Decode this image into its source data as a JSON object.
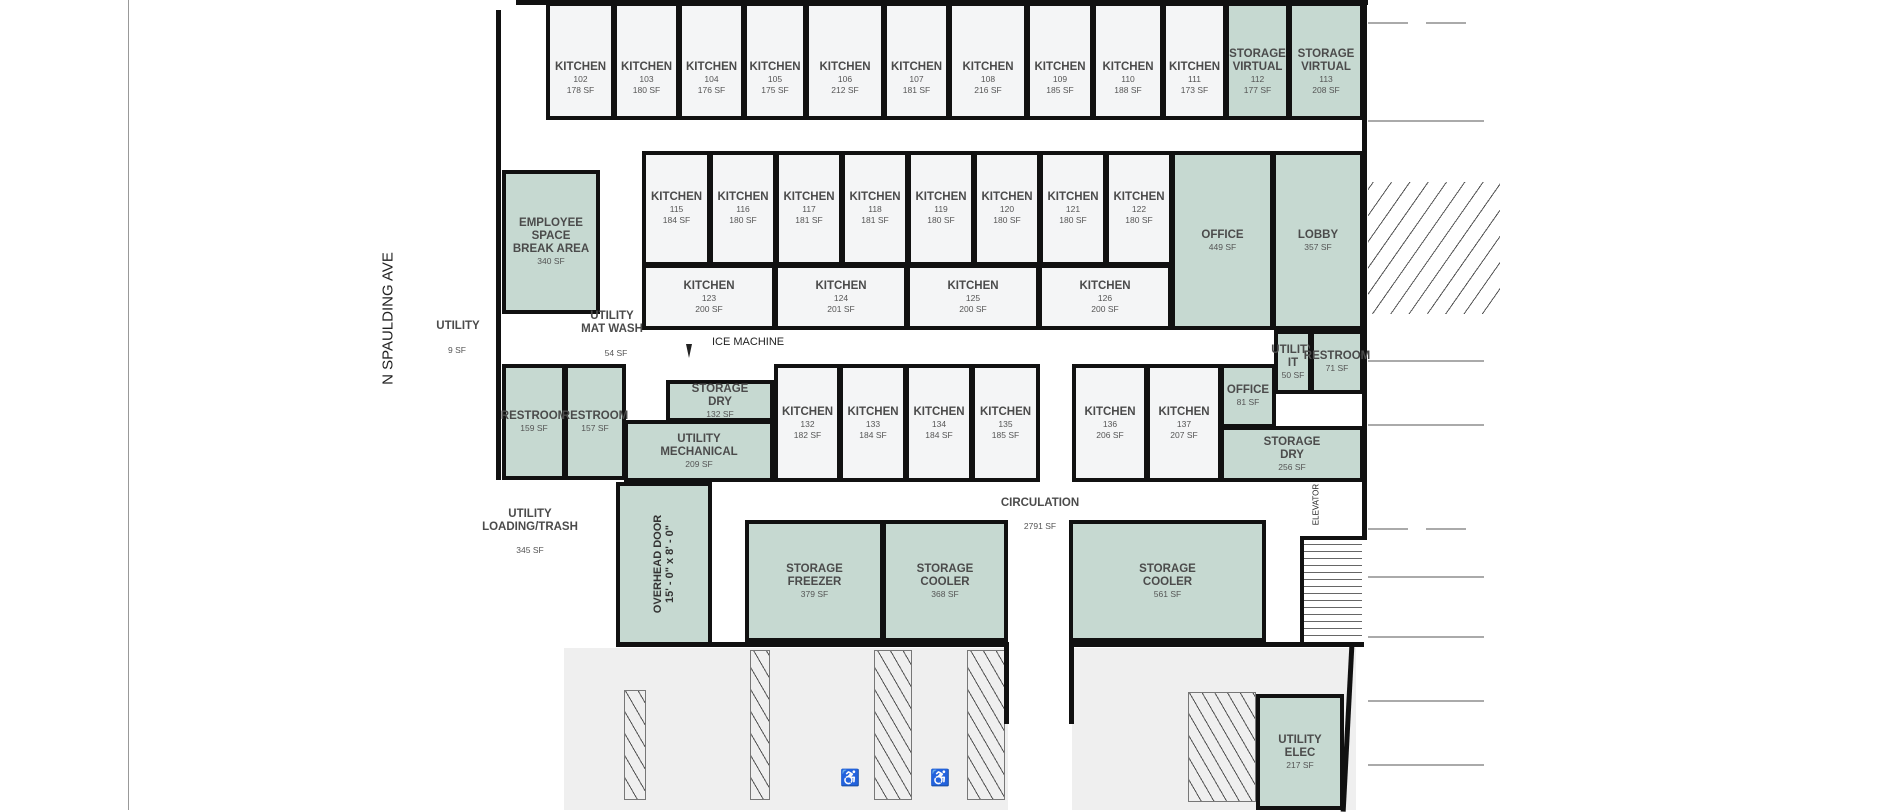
{
  "street": "N SPAULDING AVE",
  "colors": {
    "room_fill_green": "#c6d9d1",
    "room_fill_gray": "#f4f5f6",
    "wall": "#111111"
  },
  "rooms": [
    {
      "name": "KITCHEN",
      "number": "102",
      "area": "178 SF"
    },
    {
      "name": "KITCHEN",
      "number": "103",
      "area": "180 SF"
    },
    {
      "name": "KITCHEN",
      "number": "104",
      "area": "176 SF"
    },
    {
      "name": "KITCHEN",
      "number": "105",
      "area": "175 SF"
    },
    {
      "name": "KITCHEN",
      "number": "106",
      "area": "212 SF"
    },
    {
      "name": "KITCHEN",
      "number": "107",
      "area": "181 SF"
    },
    {
      "name": "KITCHEN",
      "number": "108",
      "area": "216 SF"
    },
    {
      "name": "KITCHEN",
      "number": "109",
      "area": "185 SF"
    },
    {
      "name": "KITCHEN",
      "number": "110",
      "area": "188 SF"
    },
    {
      "name": "KITCHEN",
      "number": "111",
      "area": "173 SF"
    },
    {
      "name": "STORAGE\nVIRTUAL",
      "number": "112",
      "area": "177 SF"
    },
    {
      "name": "STORAGE\nVIRTUAL",
      "number": "113",
      "area": "208 SF"
    },
    {
      "name": "KITCHEN",
      "number": "115",
      "area": "184 SF"
    },
    {
      "name": "KITCHEN",
      "number": "116",
      "area": "180 SF"
    },
    {
      "name": "KITCHEN",
      "number": "117",
      "area": "181 SF"
    },
    {
      "name": "KITCHEN",
      "number": "118",
      "area": "181 SF"
    },
    {
      "name": "KITCHEN",
      "number": "119",
      "area": "180 SF"
    },
    {
      "name": "KITCHEN",
      "number": "120",
      "area": "180 SF"
    },
    {
      "name": "KITCHEN",
      "number": "121",
      "area": "180 SF"
    },
    {
      "name": "KITCHEN",
      "number": "122",
      "area": "180 SF"
    },
    {
      "name": "OFFICE",
      "area": "449 SF"
    },
    {
      "name": "LOBBY",
      "area": "357 SF"
    },
    {
      "name": "KITCHEN",
      "number": "123",
      "area": "200 SF"
    },
    {
      "name": "KITCHEN",
      "number": "124",
      "area": "201 SF"
    },
    {
      "name": "KITCHEN",
      "number": "125",
      "area": "200 SF"
    },
    {
      "name": "KITCHEN",
      "number": "126",
      "area": "200 SF"
    },
    {
      "name": "EMPLOYEE SPACE\nBREAK AREA",
      "area": "340 SF"
    },
    {
      "name": "KITCHEN",
      "number": "132",
      "area": "182 SF"
    },
    {
      "name": "KITCHEN",
      "number": "133",
      "area": "184 SF"
    },
    {
      "name": "KITCHEN",
      "number": "134",
      "area": "184 SF"
    },
    {
      "name": "KITCHEN",
      "number": "135",
      "area": "185 SF"
    },
    {
      "name": "KITCHEN",
      "number": "136",
      "area": "206 SF"
    },
    {
      "name": "KITCHEN",
      "number": "137",
      "area": "207 SF"
    },
    {
      "name": "OFFICE",
      "area": "81 SF"
    },
    {
      "name": "UTILITY\nIT",
      "area": "50 SF"
    },
    {
      "name": "RESTROOM",
      "area": "71 SF"
    },
    {
      "name": "STORAGE\nDRY",
      "area": "256 SF"
    },
    {
      "name": "RESTROOM",
      "area": "159 SF"
    },
    {
      "name": "RESTROOM",
      "area": "157 SF"
    },
    {
      "name": "STORAGE\nDRY",
      "area": "132 SF"
    },
    {
      "name": "UTILITY\nMECHANICAL",
      "area": "209 SF"
    },
    {
      "name": "STORAGE\nFREEZER",
      "area": "379 SF"
    },
    {
      "name": "STORAGE\nCOOLER",
      "area": "368 SF"
    },
    {
      "name": "STORAGE\nCOOLER",
      "area": "561 SF"
    },
    {
      "name": "UTILITY\nELEC",
      "area": "217 SF"
    }
  ],
  "labels": {
    "utility_small": "UTILITY",
    "utility_small_area": "9 SF",
    "mat_wash_1": "UTILITY",
    "mat_wash_2": "MAT WASH",
    "mat_wash_area": "54 SF",
    "ice_machine": "ICE MACHINE",
    "loading_1": "UTILITY",
    "loading_2": "LOADING/TRASH",
    "loading_area": "345 SF",
    "overhead_door_1": "OVERHEAD DOOR",
    "overhead_door_2": "15' - 0\" x 8' - 0\"",
    "circulation": "CIRCULATION",
    "circulation_area": "2791 SF",
    "elevator": "ELEVATOR"
  }
}
